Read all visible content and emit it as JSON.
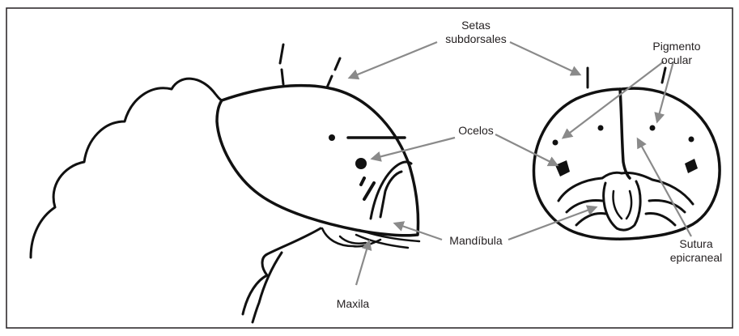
{
  "labels": {
    "setas_line1": "Setas",
    "setas_line2": "subdorsales",
    "pigmento_line1": "Pigmento",
    "pigmento_line2": "ocular",
    "ocelos": "Ocelos",
    "mandibula": "Mandíbula",
    "maxila": "Maxila",
    "sutura_line1": "Sutura",
    "sutura_line2": "epicraneal"
  },
  "colors": {
    "frame": "#231f20",
    "ink": "#111111",
    "arrow": "#8a8a8a",
    "background": "#ffffff"
  }
}
